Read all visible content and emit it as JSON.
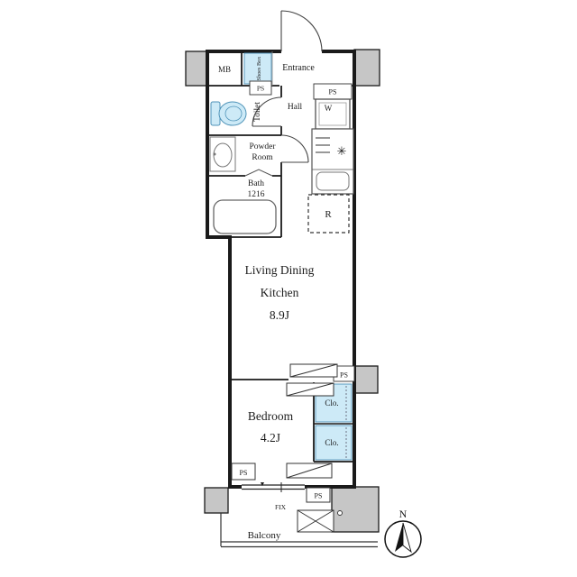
{
  "rooms": {
    "mb": "MB",
    "shoes_box": "Shoes Box",
    "entrance": "Entrance",
    "toilet": "Toilet",
    "hall": "Hall",
    "washer": "W",
    "powder_room": [
      "Powder",
      "Room"
    ],
    "bath": [
      "Bath",
      "1216"
    ],
    "refrigerator": "R",
    "ldk": [
      "Living Dining",
      "Kitchen",
      "8.9J"
    ],
    "bedroom": [
      "Bedroom",
      "4.2J"
    ],
    "closets": [
      "Clo.",
      "Clo."
    ],
    "balcony": "Balcony"
  },
  "labels": {
    "ps": [
      "PS",
      "PS",
      "PS",
      "PS",
      "PS"
    ],
    "fix": "FIX",
    "north": "N"
  },
  "symbols": {
    "stove": "✳",
    "door_marker": "▼"
  },
  "colors": {
    "wall": "#1a1a1a",
    "fixture_blue": "#cdeaf7",
    "fixture_blue_stroke": "#4f93b8",
    "gray_block": "#c6c6c6",
    "thin_line": "#666666"
  }
}
